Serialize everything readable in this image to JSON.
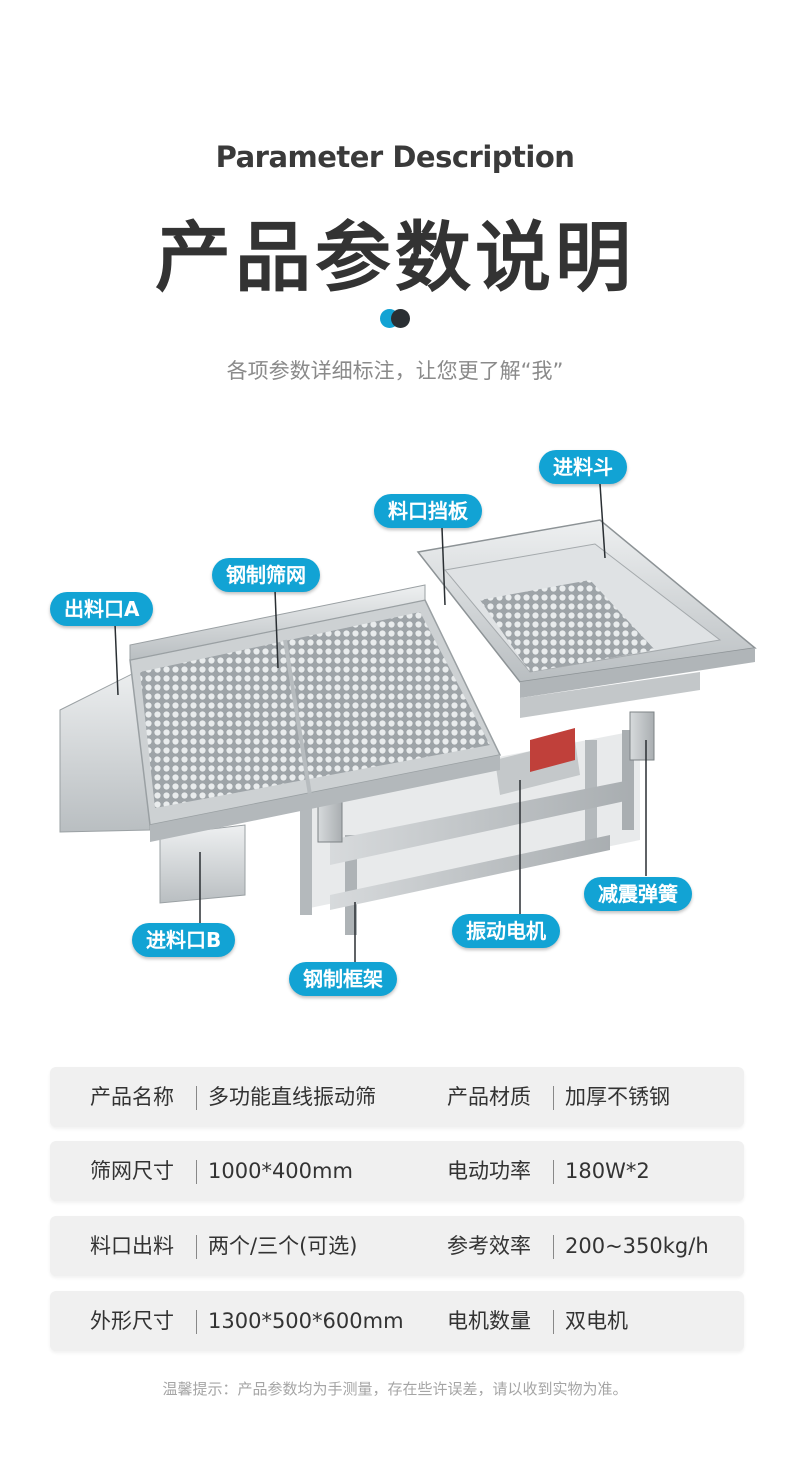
{
  "header": {
    "en_title": "Parameter Description",
    "cn_title": "产品参数说明",
    "subtitle": "各项参数详细标注，让您更了解“我”"
  },
  "colors": {
    "accent": "#12a3d4",
    "dark": "#2a2f33",
    "row_bg": "#f0f0f0"
  },
  "labels": {
    "hopper": "进料斗",
    "baffle": "料口挡板",
    "screen": "钢制筛网",
    "outlet_a": "出料口A",
    "inlet_b": "进料口B",
    "frame": "钢制框架",
    "motor": "振动电机",
    "spring": "减震弹簧"
  },
  "specs": [
    {
      "k1": "产品名称",
      "v1": "多功能直线振动筛",
      "k2": "产品材质",
      "v2": "加厚不锈钢"
    },
    {
      "k1": "筛网尺寸",
      "v1": "1000*400mm",
      "k2": "电动功率",
      "v2": "180W*2"
    },
    {
      "k1": "料口出料",
      "v1": "两个/三个(可选)",
      "k2": "参考效率",
      "v2": "200~350kg/h"
    },
    {
      "k1": "外形尺寸",
      "v1": "1300*500*600mm",
      "k2": "电机数量",
      "v2": "双电机"
    }
  ],
  "note": "温馨提示：产品参数均为手测量，存在些许误差，请以收到实物为准。"
}
